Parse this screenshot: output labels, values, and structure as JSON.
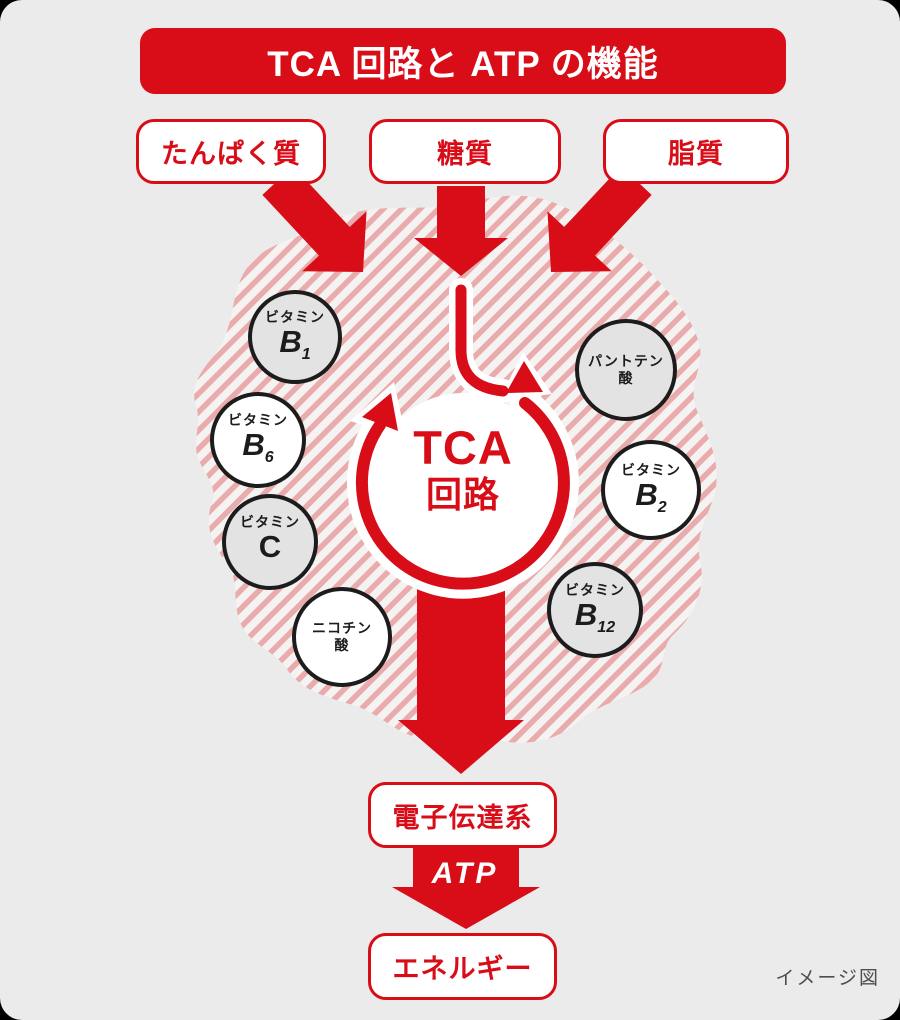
{
  "title": "TCA 回路と ATP の機能",
  "sources": [
    {
      "label": "たんぱく質"
    },
    {
      "label": "糖質"
    },
    {
      "label": "脂質"
    }
  ],
  "cycle": {
    "line1": "TCA",
    "line2": "回路"
  },
  "cofactors": [
    {
      "line1": "ビタミン",
      "base": "B",
      "sub": "1"
    },
    {
      "line1": "ビタミン",
      "base": "B",
      "sub": "6"
    },
    {
      "line1": "ビタミン",
      "base": "C",
      "sub": ""
    },
    {
      "line1": "ニコチン",
      "line2": "酸"
    },
    {
      "line1": "パントテン",
      "line2": "酸"
    },
    {
      "line1": "ビタミン",
      "base": "B",
      "sub": "2"
    },
    {
      "line1": "ビタミン",
      "base": "B",
      "sub": "12"
    }
  ],
  "flow": {
    "electron_chain": "電子伝達系",
    "atp": "ATP",
    "energy": "エネルギー"
  },
  "caption": "イメージ図",
  "colors": {
    "red": "#d80d18",
    "stripe_pink": "#e9abab",
    "stripe_light": "#f5f2f2",
    "circle_gray": "#e3e3e3",
    "page_bg": "#ebebeb",
    "ink": "#1c1c1c",
    "caption_gray": "#4e4e4e"
  }
}
